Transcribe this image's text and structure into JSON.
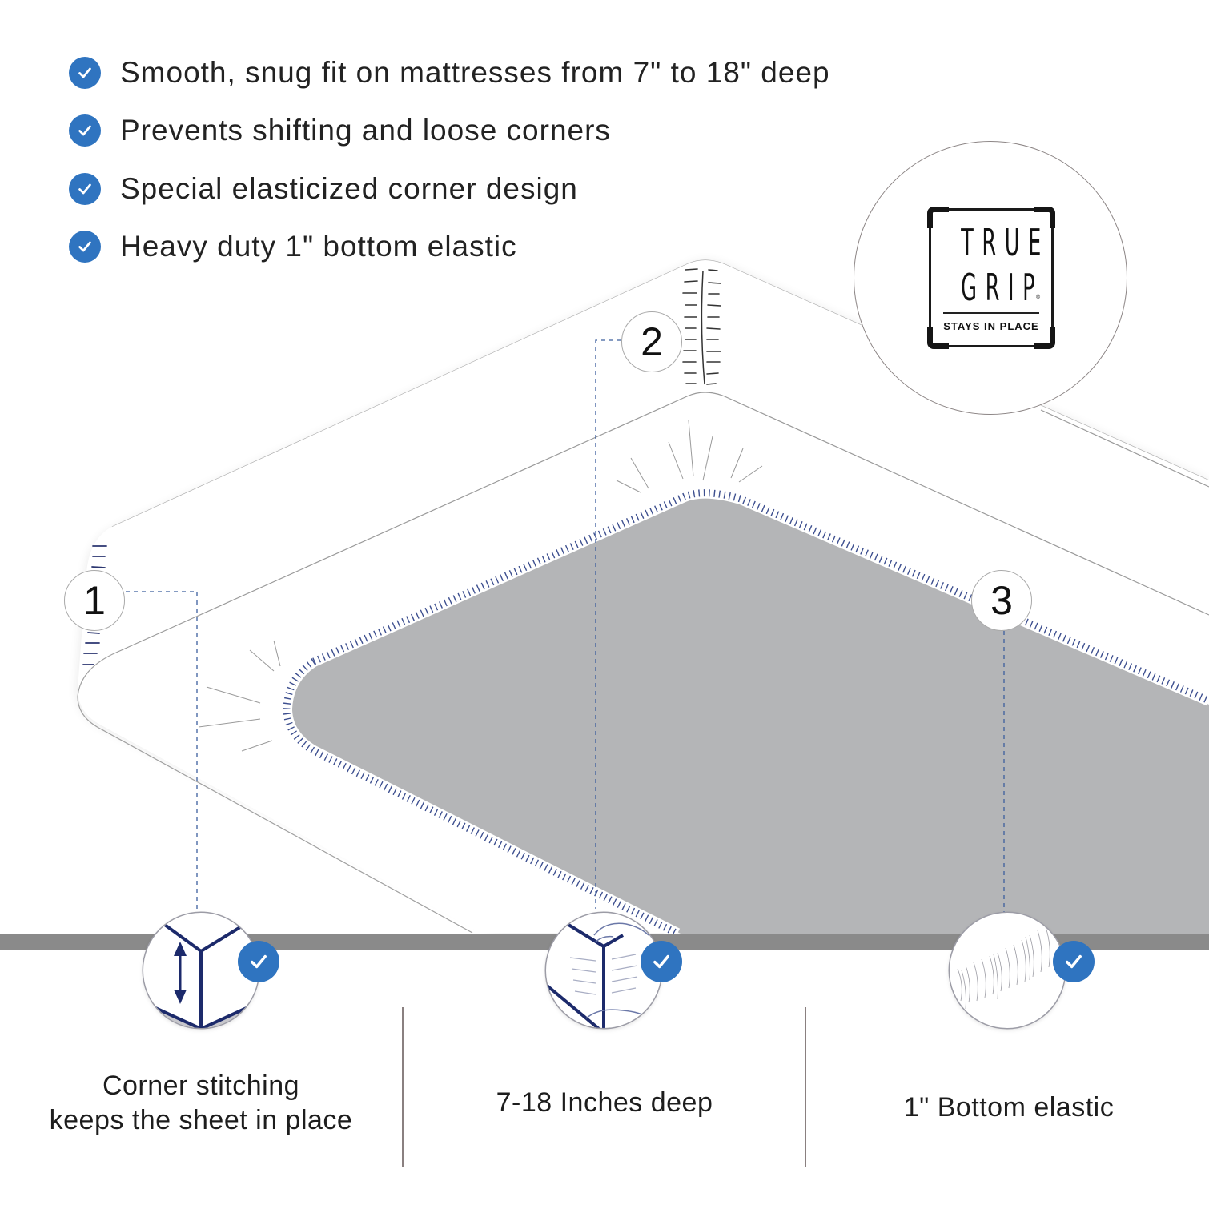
{
  "features": [
    {
      "icon": "check-circle-icon",
      "text": "Smooth, snug fit on mattresses from 7\" to 18\" deep"
    },
    {
      "icon": "check-circle-icon",
      "text": "Prevents shifting and loose corners"
    },
    {
      "icon": "check-circle-icon",
      "text": "Special elasticized corner design"
    },
    {
      "icon": "check-circle-icon",
      "text": "Heavy duty 1\" bottom elastic"
    }
  ],
  "markers": [
    "1",
    "2",
    "3"
  ],
  "logo": {
    "line1": "TRUE",
    "line2": "GRIP",
    "registered": "®",
    "tagline": "STAYS IN PLACE"
  },
  "details": [
    {
      "icon": "corner-stitching-icon",
      "badge_icon": "check-circle-icon",
      "caption_line1": "Corner stitching",
      "caption_line2": "keeps the sheet in place"
    },
    {
      "icon": "deep-pocket-icon",
      "badge_icon": "check-circle-icon",
      "caption": "7-18 Inches deep"
    },
    {
      "icon": "elastic-texture-icon",
      "badge_icon": "check-circle-icon",
      "caption": "1\" Bottom elastic"
    }
  ],
  "colors": {
    "accent_blue": "#2f74c0",
    "sheet_gray": "#b4b5b7",
    "band_gray": "#8a8a8a",
    "stitch_navy": "#1c2a6b"
  }
}
